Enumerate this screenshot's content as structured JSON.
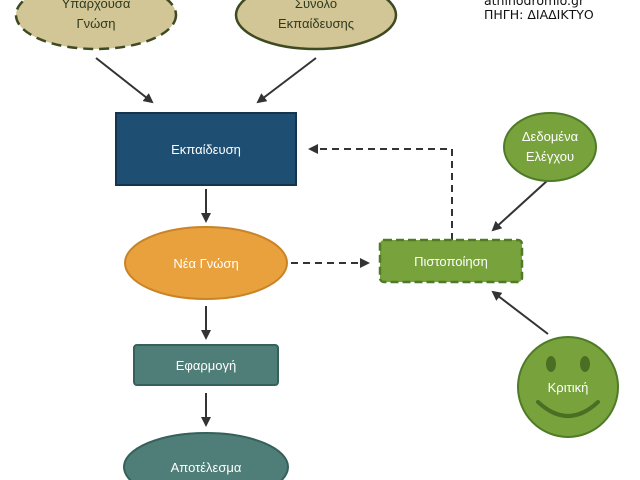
{
  "source": {
    "site": "athinodromio.gr",
    "credit": "ΠΗΓΗ: ΔΙΑΔΙΚΤΥΟ"
  },
  "nodes": {
    "existing_knowledge": {
      "line1": "Υπάρχουσα",
      "line2": "Γνώση"
    },
    "training_set": {
      "line1": "Σύνολο",
      "line2": "Εκπαίδευσης"
    },
    "training": {
      "label": "Εκπαίδευση"
    },
    "new_knowledge": {
      "label": "Νέα Γνώση"
    },
    "validation": {
      "label": "Πιστοποίηση"
    },
    "test_data": {
      "line1": "Δεδομένα",
      "line2": "Ελέγχου"
    },
    "application": {
      "label": "Εφαρμογή"
    },
    "criticism": {
      "label": "Κριτική"
    },
    "result": {
      "label": "Αποτέλεσμα"
    }
  },
  "colors": {
    "tan_fill": "#d2c596",
    "tan_stroke": "#3d4a22",
    "navy_fill": "#1e4f73",
    "navy_stroke": "#15344d",
    "orange_fill": "#e9a13d",
    "orange_stroke": "#c98427",
    "green_fill": "#78a33c",
    "green_stroke": "#4f7a28",
    "slate_fill": "#4f7d77",
    "slate_stroke": "#35605b",
    "arrow": "#333333"
  },
  "icons": {
    "criticism": "smiley-face-icon"
  }
}
